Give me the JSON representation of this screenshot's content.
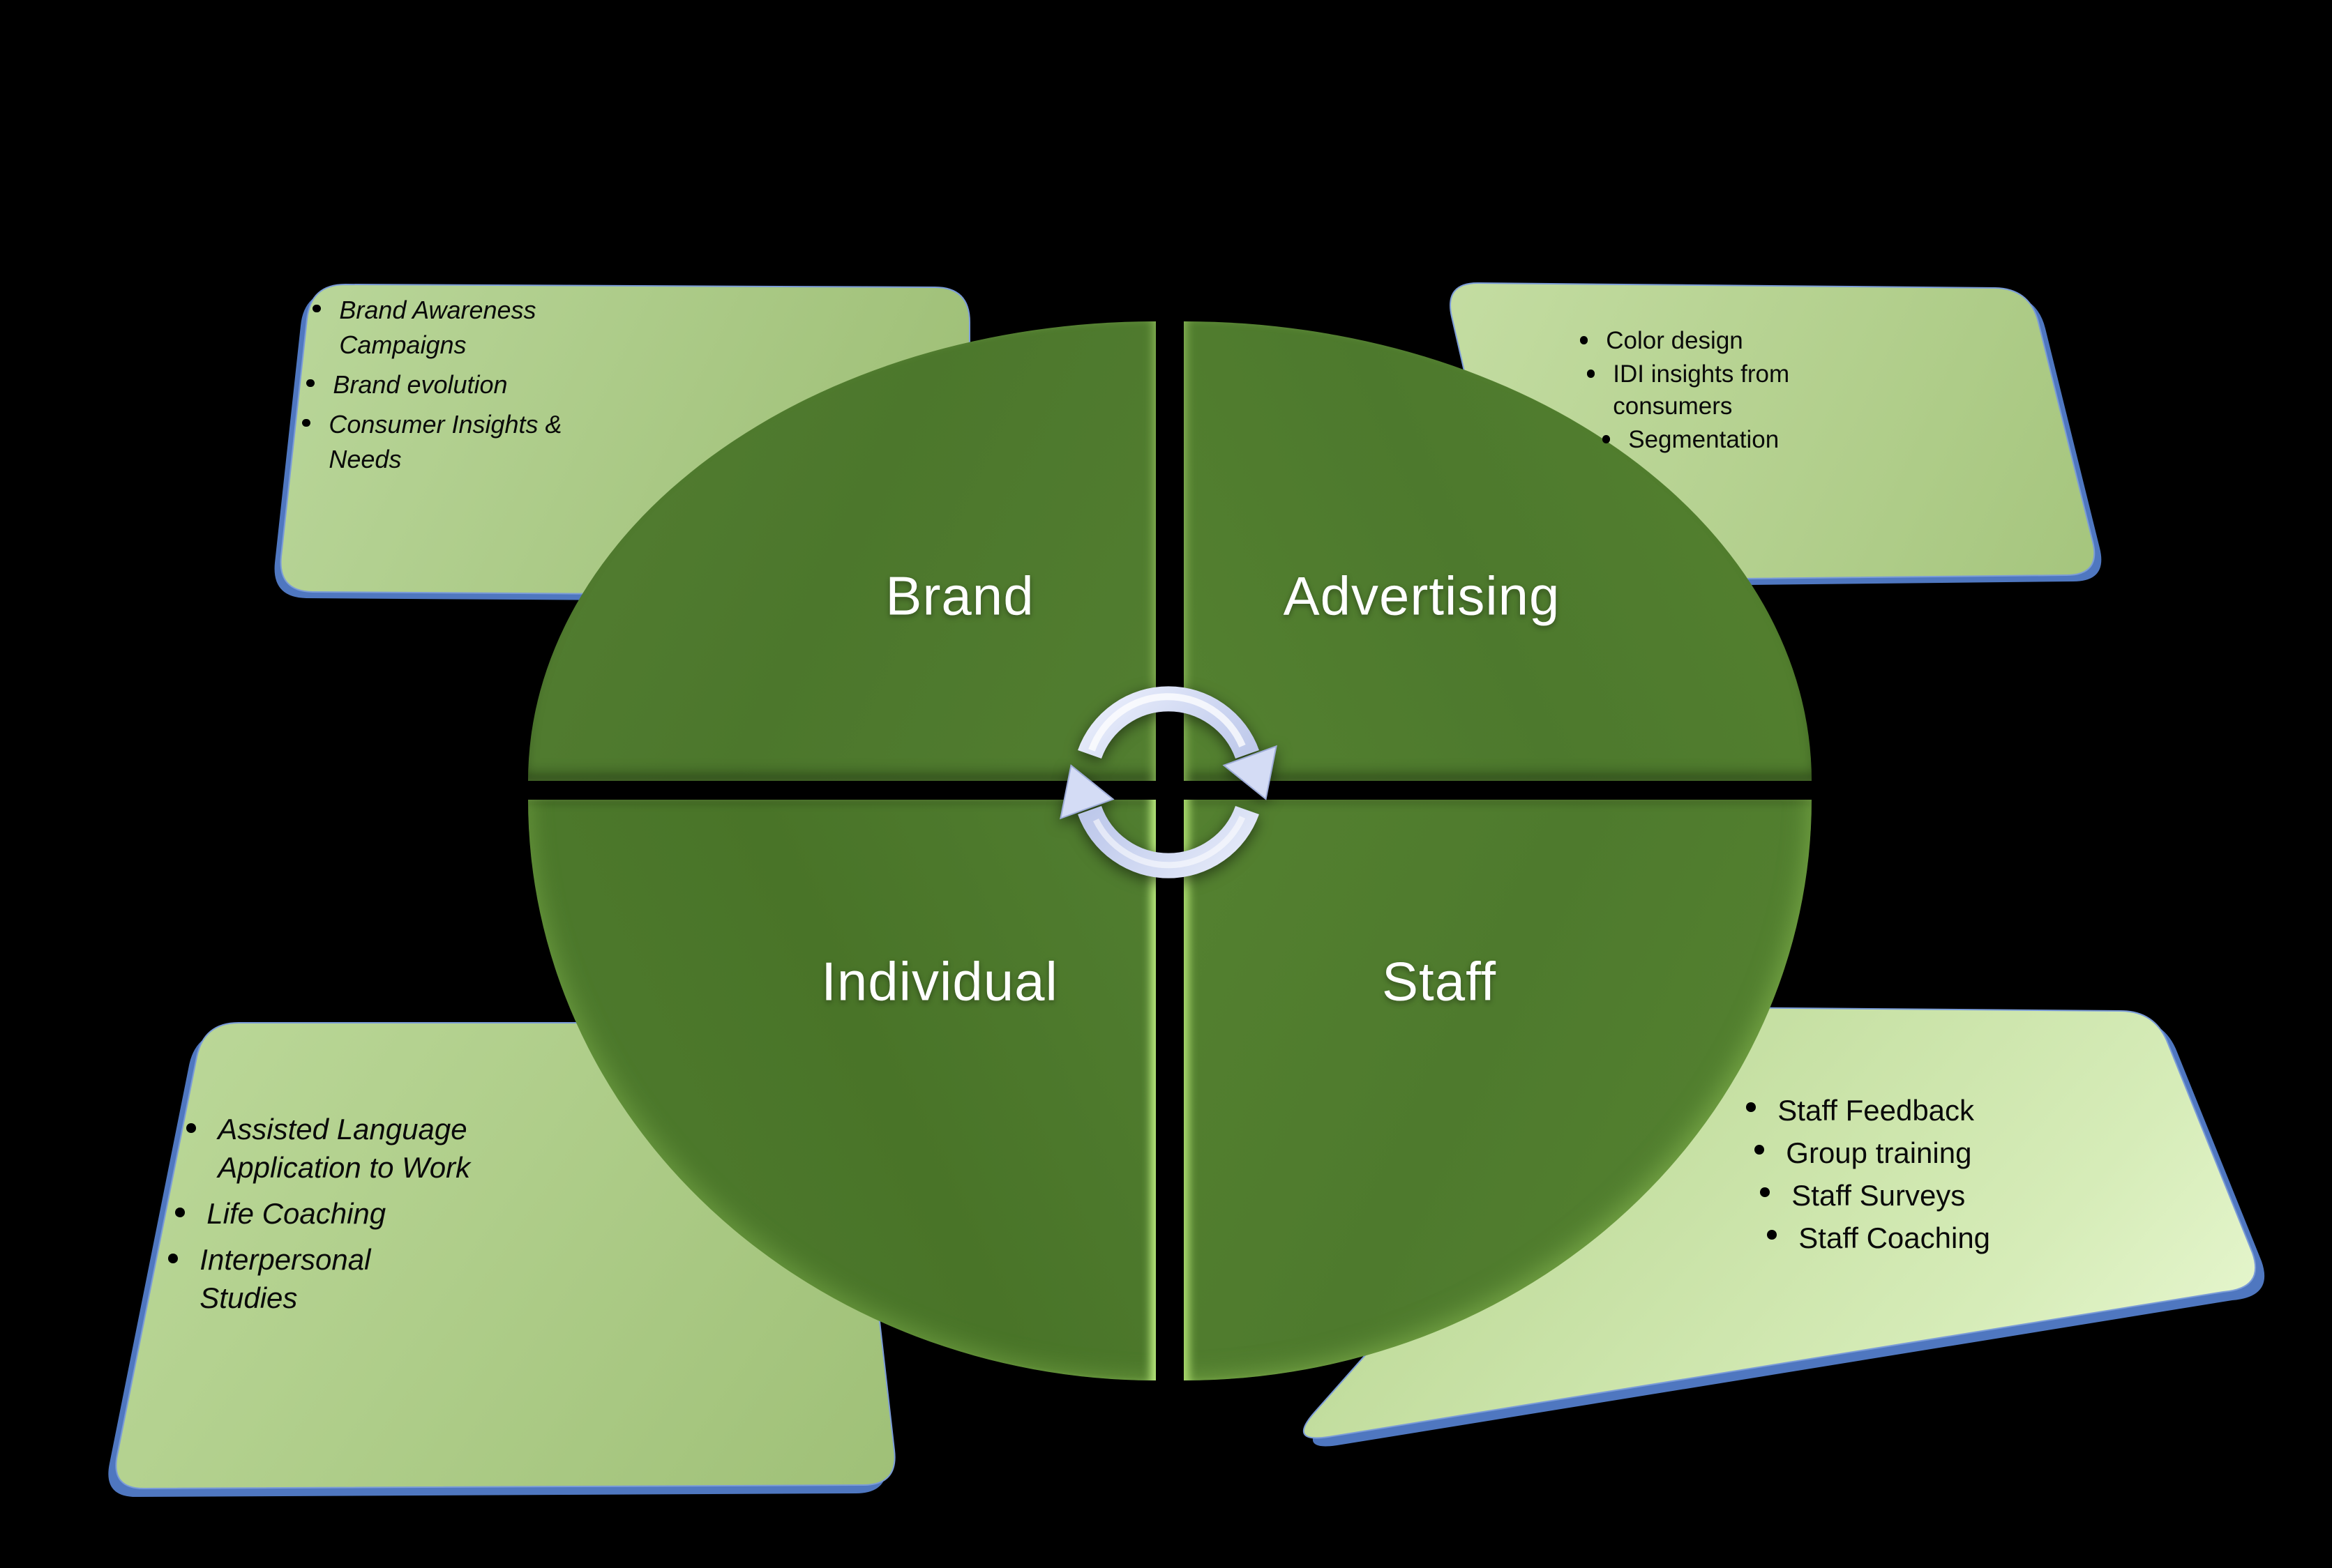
{
  "quadrants": {
    "brand": {
      "label": "Brand"
    },
    "advertising": {
      "label": "Advertising"
    },
    "individual": {
      "label": "Individual"
    },
    "staff": {
      "label": "Staff"
    }
  },
  "callouts": {
    "brand": {
      "items": [
        "Brand Awareness\nCampaigns",
        "Brand evolution",
        "Consumer Insights &\nNeeds"
      ]
    },
    "advertising": {
      "items": [
        "Color design",
        "IDI insights from\nconsumers",
        "Segmentation"
      ]
    },
    "individual": {
      "items": [
        "Assisted Language\nApplication to Work",
        "Life Coaching",
        "Interpersonal\nStudies"
      ]
    },
    "staff": {
      "items": [
        "Staff Feedback",
        "Group training",
        "Staff Surveys",
        "Staff Coaching"
      ]
    }
  },
  "icons": {
    "center": "cycle-arrows-icon"
  },
  "colors": {
    "background": "#000000",
    "quadrant_green": "#4e7b2e",
    "quadrant_green_light": "#558331",
    "quadrant_edge_highlight": "#a9d96e",
    "callout_fill_light": "#b5d293",
    "callout_fill_lighter": "#e0f2c8",
    "callout_rim_blue": "#4f77c0",
    "quadrant_label_text": "#ffffff",
    "callout_text": "#0a0a0a",
    "arrow_silver_light": "#eef2fc",
    "arrow_silver": "#b7c3e8"
  }
}
